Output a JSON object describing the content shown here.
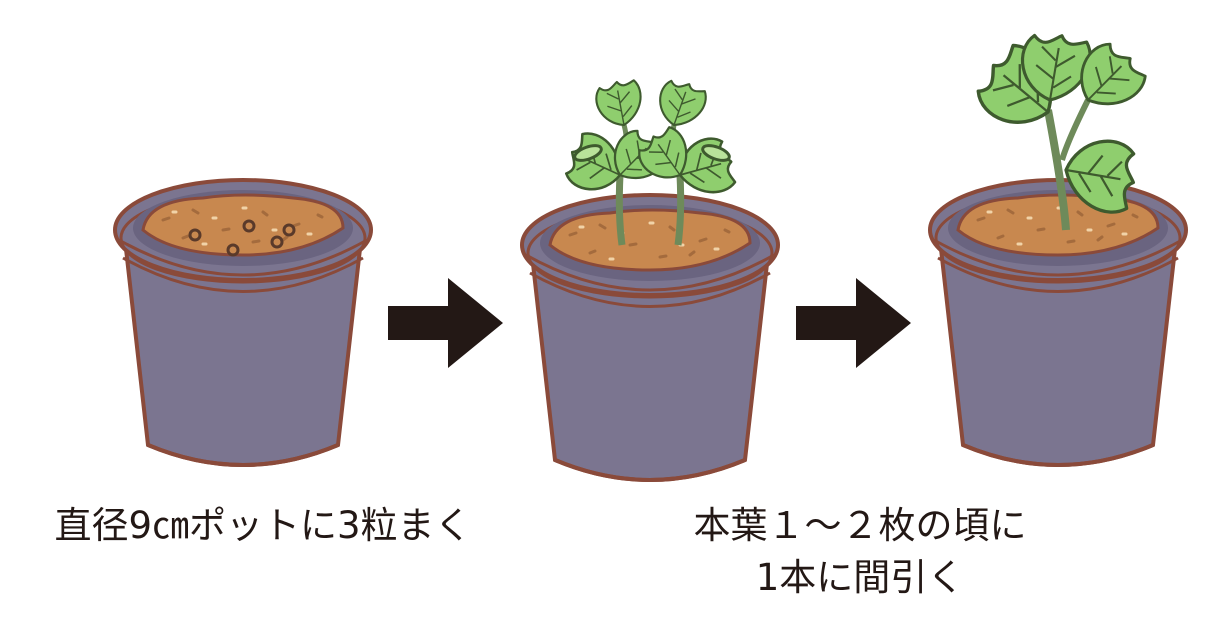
{
  "steps": [
    {
      "id": "sow",
      "caption_lines": [
        "直径9㎝ポットに3粒まく"
      ],
      "stage": "seeds"
    },
    {
      "id": "sprout",
      "caption_lines": [
        "本葉１～２枚の頃に",
        "1本に間引く"
      ],
      "stage": "seedlings"
    },
    {
      "id": "thinned",
      "caption_lines": [],
      "stage": "single-plant"
    }
  ],
  "colors": {
    "pot": "#7b7590",
    "pot_dark": "#6a6480",
    "pot_outline": "#8a4a3a",
    "soil": "#c8884f",
    "soil_dark": "#a46b3d",
    "leaf": "#8fce6e",
    "leaf_light": "#b9e29a",
    "leaf_outline": "#3e5a2e",
    "stem": "#6e8a5a",
    "arrow": "#231815"
  },
  "icons": [
    "right-arrow-icon",
    "right-arrow-icon"
  ]
}
